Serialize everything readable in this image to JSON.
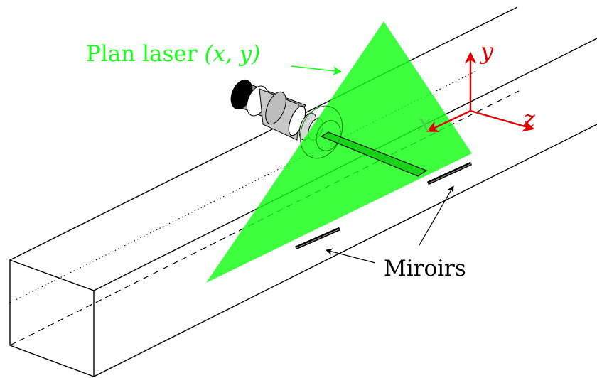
{
  "labels": {
    "laser_plane_text": "Plan laser ",
    "laser_plane_coords": "(x, y)",
    "mirrors": "Miroirs"
  },
  "axes": {
    "x": "x",
    "y": "y",
    "z": "z"
  },
  "colors": {
    "laser_green": "#14ff14",
    "axis_red": "#e00000",
    "line_black": "#000000"
  }
}
